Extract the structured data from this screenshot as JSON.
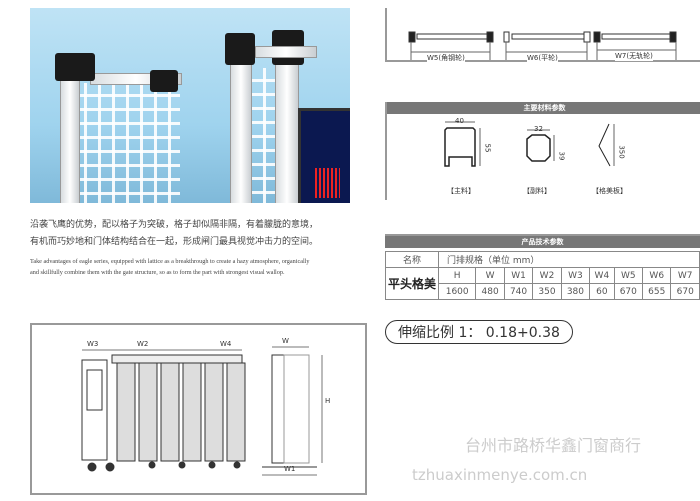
{
  "intro": {
    "cn_line1": "沿袭飞鹰的优势，配以格子为突破，格子却似隔非隔，有着朦胧的意境，",
    "cn_line2": "有机而巧妙地和门体结构结合在一起，形成闸门最具视觉冲击力的空间。",
    "en_line1": "Take advantages of eagle series, equipped with lattice as a breakthrough to create a hazy atmosphere, organically",
    "en_line2": "and skillfully combine them with the gate structure, so as to form the part with strongest visual wallop."
  },
  "wheels": [
    "W5(角钢轮)",
    "W6(平轮)",
    "W7(无轨轮)"
  ],
  "materials": {
    "title": "主要材料参数",
    "items": [
      {
        "label": "【主料】",
        "width": "40",
        "height": "55"
      },
      {
        "label": "【副料】",
        "width": "32",
        "height": "39"
      },
      {
        "label": "【格美板】",
        "height": "350"
      }
    ]
  },
  "specs": {
    "title": "产品技术参数",
    "name_header": "名称",
    "spec_header": "门排规格（单位 mm）",
    "product": "平头格美",
    "columns": [
      "H",
      "W",
      "W1",
      "W2",
      "W3",
      "W4",
      "W5",
      "W6",
      "W7"
    ],
    "values": [
      "1600",
      "480",
      "740",
      "350",
      "380",
      "60",
      "670",
      "655",
      "670"
    ]
  },
  "ratio": "伸缩比例 1： 0.18+0.38",
  "drawing_labels": {
    "w3": "W3",
    "w2": "W2",
    "w4": "W4",
    "w": "W",
    "h": "H",
    "w1": "W1"
  },
  "watermark": {
    "company": "台州市路桥华鑫门窗商行",
    "site": "tzhuaxinmenye.com.cn"
  }
}
